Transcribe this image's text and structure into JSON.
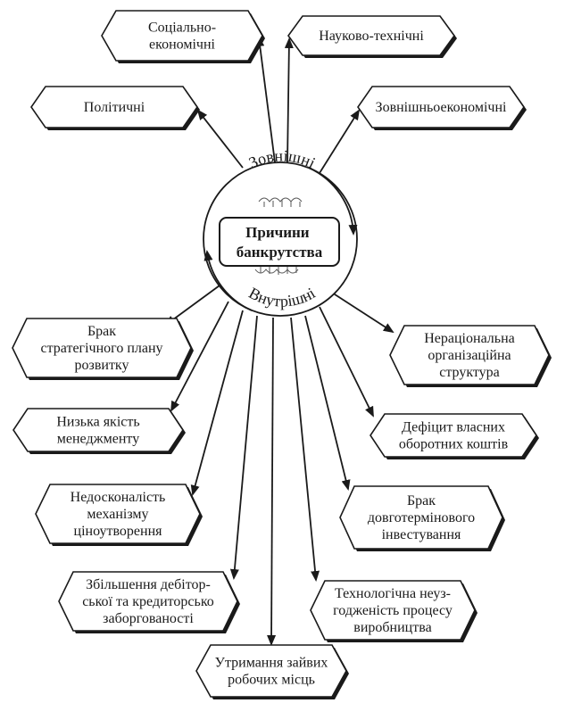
{
  "diagram": {
    "center": {
      "lines": [
        "Причини",
        "банкрутства"
      ]
    },
    "external_label": "Зовнішні",
    "internal_label": "Внутрішні",
    "external_factors": [
      {
        "id": "political",
        "lines": [
          "Політичні"
        ]
      },
      {
        "id": "socio-economic",
        "lines": [
          "Соціально-",
          "економічні"
        ]
      },
      {
        "id": "scientific-technical",
        "lines": [
          "Науково-технічні"
        ]
      },
      {
        "id": "foreign-economic",
        "lines": [
          "Зовнішньоекономічні"
        ]
      }
    ],
    "internal_factors": [
      {
        "id": "no-strategic-plan",
        "lines": [
          "Брак",
          "стратегічного плану",
          "розвитку"
        ]
      },
      {
        "id": "low-management",
        "lines": [
          "Низька якість",
          "менеджменту"
        ]
      },
      {
        "id": "imperfect-pricing",
        "lines": [
          "Недосконалість",
          "механізму",
          "ціноутворення"
        ]
      },
      {
        "id": "receivables-payables",
        "lines": [
          "Збільшення дебітор-",
          "ської та кредиторсько",
          "заборгованості"
        ]
      },
      {
        "id": "excess-jobs",
        "lines": [
          "Утримання зайвих",
          "робочих місць"
        ]
      },
      {
        "id": "technological-mismatch",
        "lines": [
          "Технологічна неуз-",
          "годженість процесу",
          "виробництва"
        ]
      },
      {
        "id": "no-long-term-investment",
        "lines": [
          "Брак",
          "довготермінового",
          "інвестування"
        ]
      },
      {
        "id": "own-capital-deficit",
        "lines": [
          "Дефіцит власних",
          "оборотних коштів"
        ]
      },
      {
        "id": "irrational-structure",
        "lines": [
          "Нераціональна",
          "організаційна",
          "структура"
        ]
      }
    ]
  }
}
